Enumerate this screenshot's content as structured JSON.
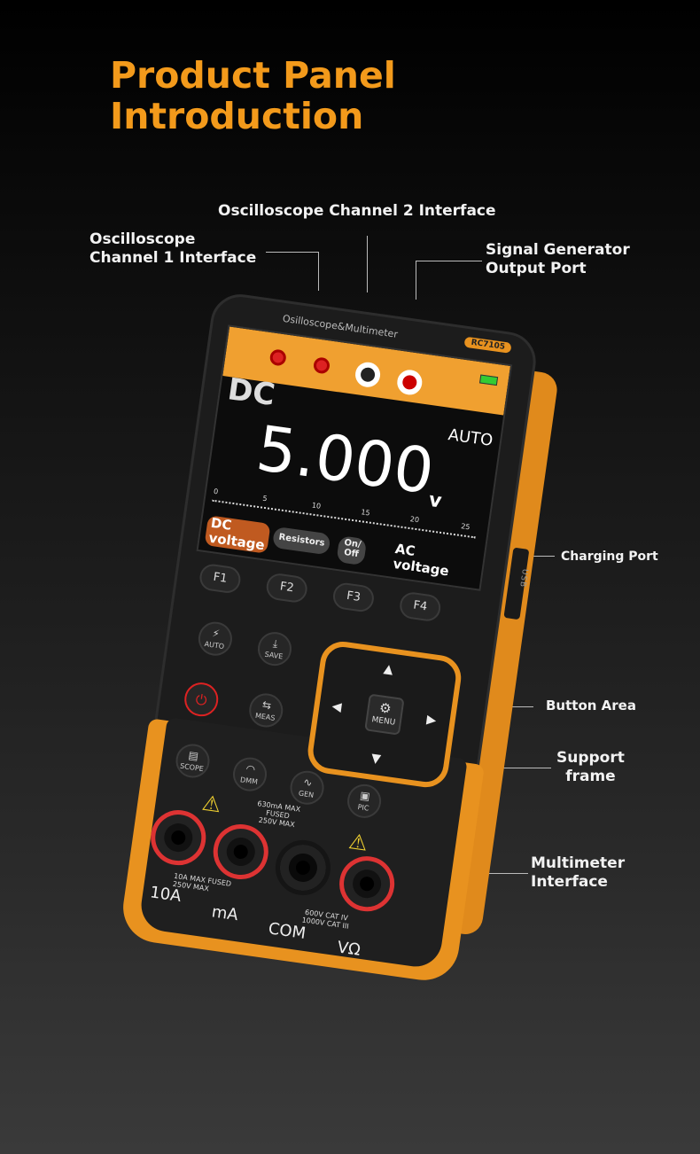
{
  "title": {
    "line1": "Product Panel",
    "line2": "Introduction"
  },
  "callouts": {
    "ch1": "Oscilloscope\nChannel 1 Interface",
    "ch1_a": "Oscilloscope",
    "ch1_b": "Channel 1 Interface",
    "ch2": "Oscilloscope Channel 2 Interface",
    "gen_a": "Signal Generator",
    "gen_b": "Output Port",
    "charging": "Charging Port",
    "buttons": "Button Area",
    "support_a": "Support",
    "support_b": "frame",
    "mm_a": "Multimeter",
    "mm_b": "Interface"
  },
  "device": {
    "brand": "Osilloscope&Multimeter",
    "model": "RC7105",
    "usb": "USB",
    "screen": {
      "mode": "DC",
      "range": "AUTO",
      "value": "5.000",
      "unit": "v",
      "ticks": [
        "0",
        "5",
        "10",
        "15",
        "20",
        "25"
      ],
      "soft": {
        "dc_a": "DC",
        "dc_b": "voltage",
        "res": "Resistors",
        "onoff_a": "On/",
        "onoff_b": "Off",
        "ac_a": "AC",
        "ac_b": "voltage"
      }
    },
    "fkeys": [
      "F1",
      "F2",
      "F3",
      "F4"
    ],
    "buttons": {
      "auto": "AUTO",
      "save": "SAVE",
      "meas": "MEAS",
      "menu": "MENU",
      "scope": "SCOPE",
      "dmm": "DMM",
      "gen": "GEN",
      "pic": "PIC"
    },
    "jacks": {
      "a": "10A",
      "ma": "mA",
      "com": "COM",
      "v": "VΩ"
    },
    "fine": {
      "ma_a": "630mA MAX",
      "ma_b": "FUSED",
      "ma_c": "250V MAX",
      "a_a": "10A MAX FUSED",
      "a_b": "250V MAX",
      "cat_a": "600V CAT IV",
      "cat_b": "1000V CAT III"
    }
  },
  "colors": {
    "accent": "#f39a1b"
  }
}
